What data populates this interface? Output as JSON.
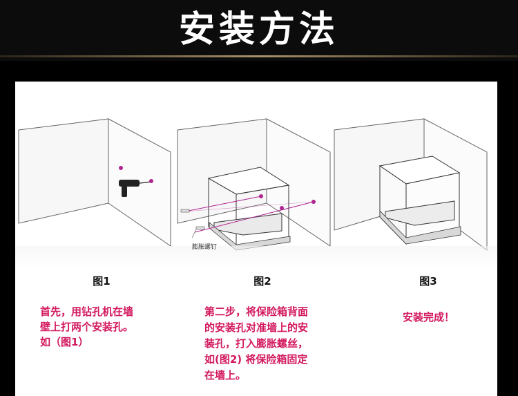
{
  "header": {
    "title": "安装方法"
  },
  "figures": [
    {
      "label": "图1",
      "description": [
        "首先，用钻孔机在墙",
        "壁上打两个安装孔。",
        "如（图1）"
      ]
    },
    {
      "label": "图2",
      "annotation": "膨胀螺钉",
      "description": [
        "第二步，将保险箱背面",
        "的安装孔对准墙上的安",
        "装孔，打入膨胀螺丝，",
        "如(图2) 将保险箱固定",
        "在墙上。"
      ]
    },
    {
      "label": "图3",
      "description": [
        "安装完成！"
      ]
    }
  ],
  "colors": {
    "accent": "#d2185e",
    "marker": "#b0248f",
    "background": "#000000"
  }
}
